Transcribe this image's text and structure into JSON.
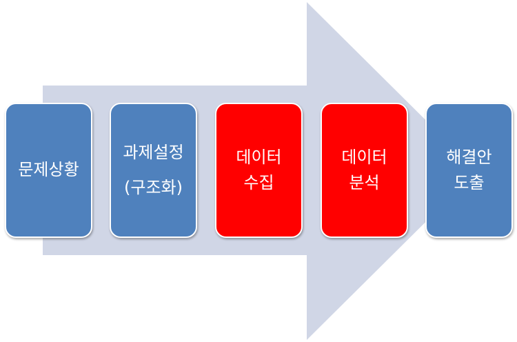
{
  "colors": {
    "arrow": "#d0d6e6",
    "blue": "#4f81bd",
    "red": "#ff0000"
  },
  "steps": [
    {
      "lines": [
        "문제상황"
      ],
      "color": "#4f81bd"
    },
    {
      "lines": [
        "과제설정",
        "(구조화)"
      ],
      "color": "#4f81bd"
    },
    {
      "lines": [
        "데이터",
        "수집"
      ],
      "color": "#ff0000"
    },
    {
      "lines": [
        "데이터",
        "분석"
      ],
      "color": "#ff0000"
    },
    {
      "lines": [
        "해결안",
        "도출"
      ],
      "color": "#4f81bd"
    }
  ]
}
